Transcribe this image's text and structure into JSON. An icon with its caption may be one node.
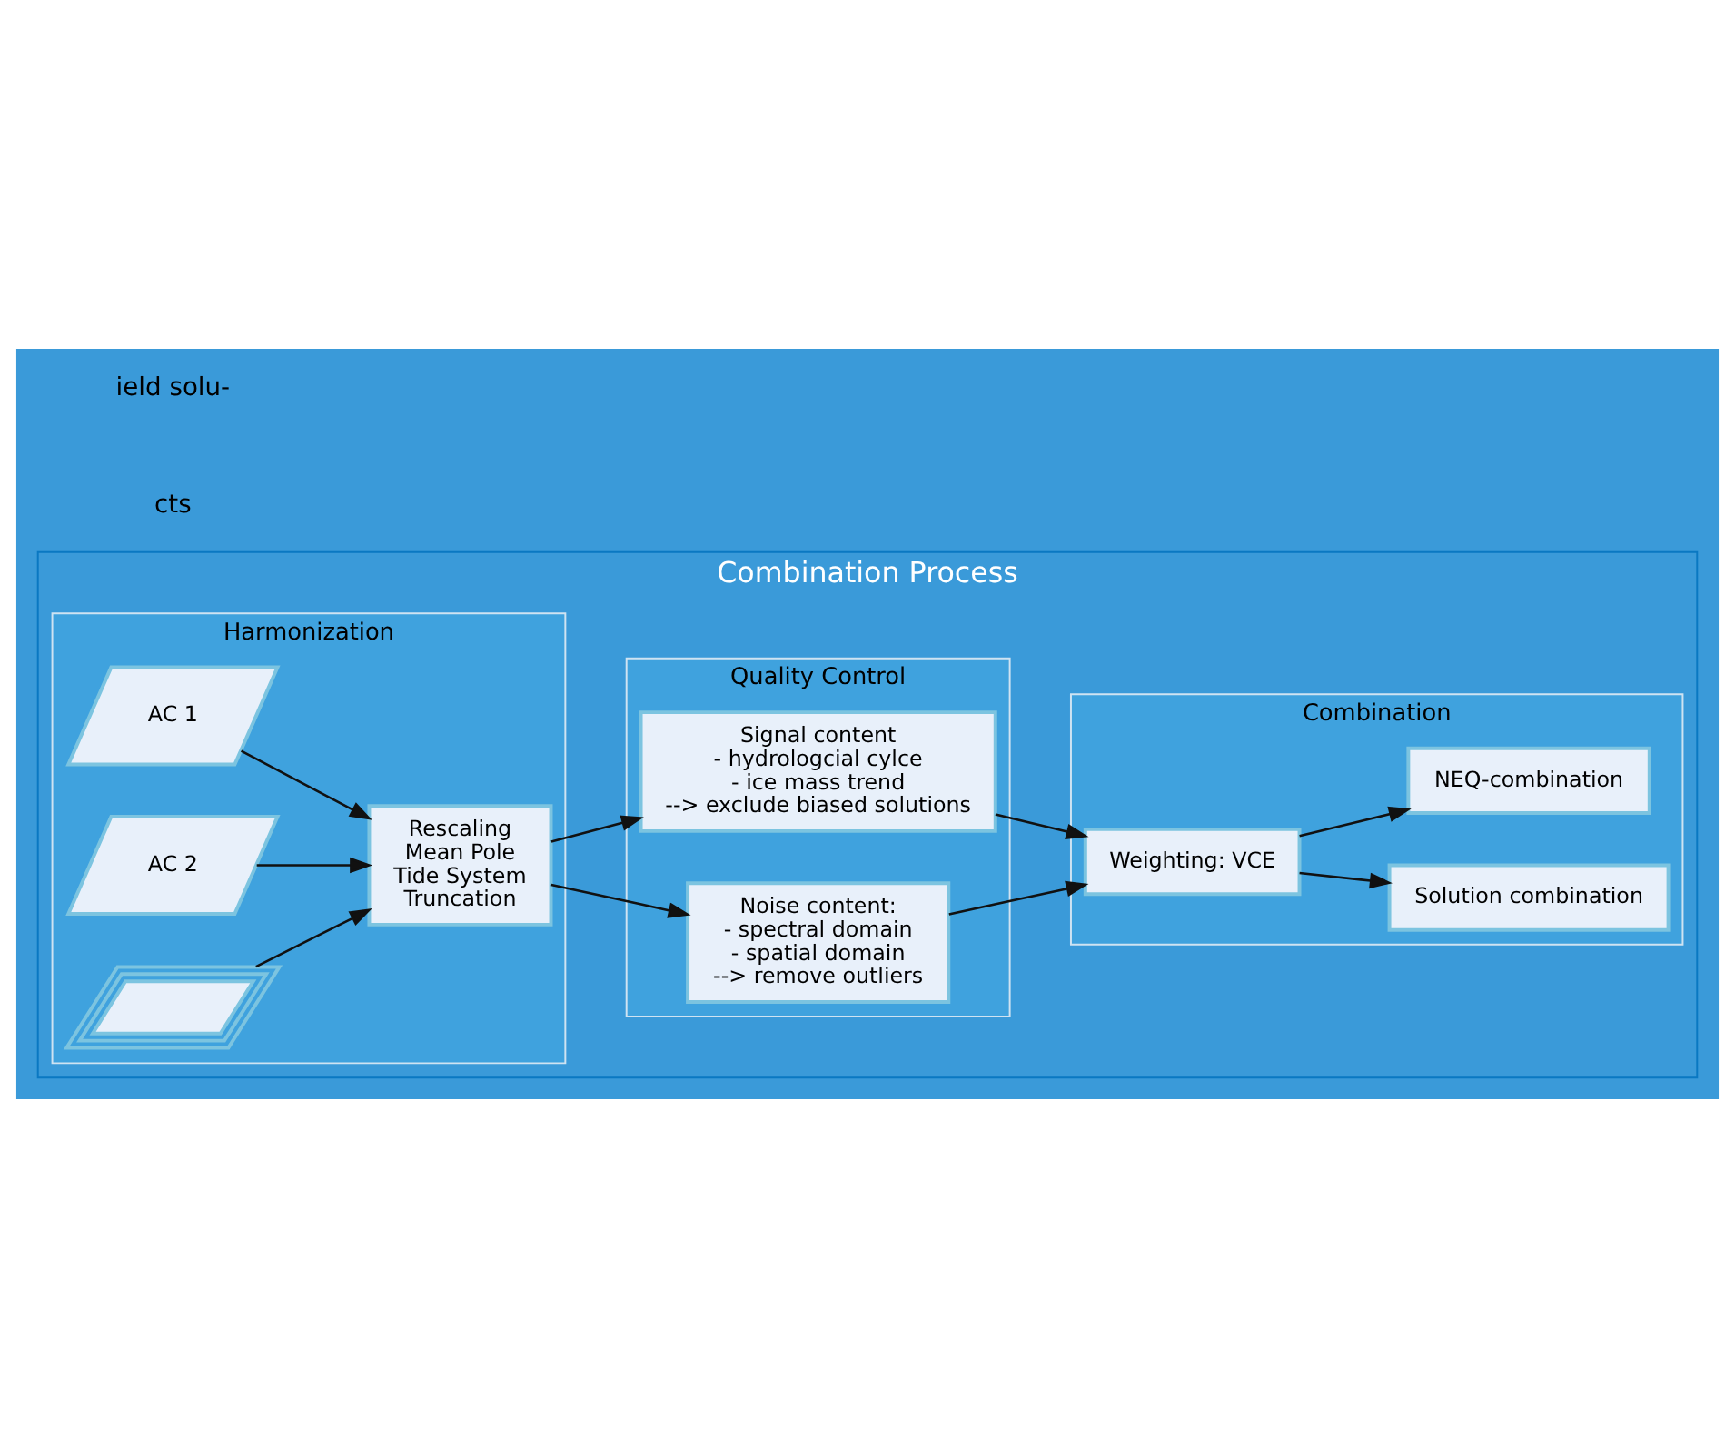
{
  "diagram": {
    "nodes": [
      {
        "text": [
          "Combination Process"
        ]
      },
      {
        "text": [
          "Harmonization"
        ],
        "in": 0
      },
      {
        "text": [
          "Quality Control"
        ],
        "in": 0
      },
      {
        "text": [
          "Combination"
        ],
        "in": 0
      },
      {
        "text": [
          "AC 1"
        ],
        "in": 1
      },
      {
        "text": [
          "AC 2"
        ],
        "in": 1
      },
      {
        "text": [
          "Signal content",
          "- hydrologcial cylce",
          "- ice mass trend",
          "--> exclude biased solutions"
        ],
        "in": 2
      },
      {
        "text": [
          "Solution combination"
        ],
        "in": 3
      },
      {
        "text": [
          "Rescaling",
          "Mean Pole",
          "Tide System",
          "Truncation"
        ],
        "in": 1
      },
      {
        "text": [
          "Weighting: VCE"
        ],
        "in": 3
      },
      {
        "text": [
          "Noise content:",
          "- spectral domain",
          "- spatial domain",
          "--> remove outliers"
        ],
        "in": 2
      },
      {
        "text": [
          "NEQ-combination"
        ],
        "in": 3
      },
      {
        "text": [],
        "shape": "parallelogram",
        "in": 1
      }
    ],
    "edges": [
      {
        "from": 4,
        "to": 8,
        "arrow": "to"
      },
      {
        "from": 5,
        "to": 8,
        "arrow": "to"
      },
      {
        "from": 12,
        "to": 8,
        "arrow": "to"
      },
      {
        "from": 8,
        "to": 6,
        "arrow": "to"
      },
      {
        "from": 8,
        "to": 10,
        "arrow": "to"
      },
      {
        "from": 6,
        "to": 9,
        "arrow": "to"
      },
      {
        "from": 10,
        "to": 9,
        "arrow": "to"
      },
      {
        "from": 9,
        "to": 7,
        "arrow": "to"
      },
      {
        "from": 9,
        "to": 11,
        "arrow": "to"
      }
    ],
    "labels": [
      "cts",
      "ield solu-"
    ]
  }
}
